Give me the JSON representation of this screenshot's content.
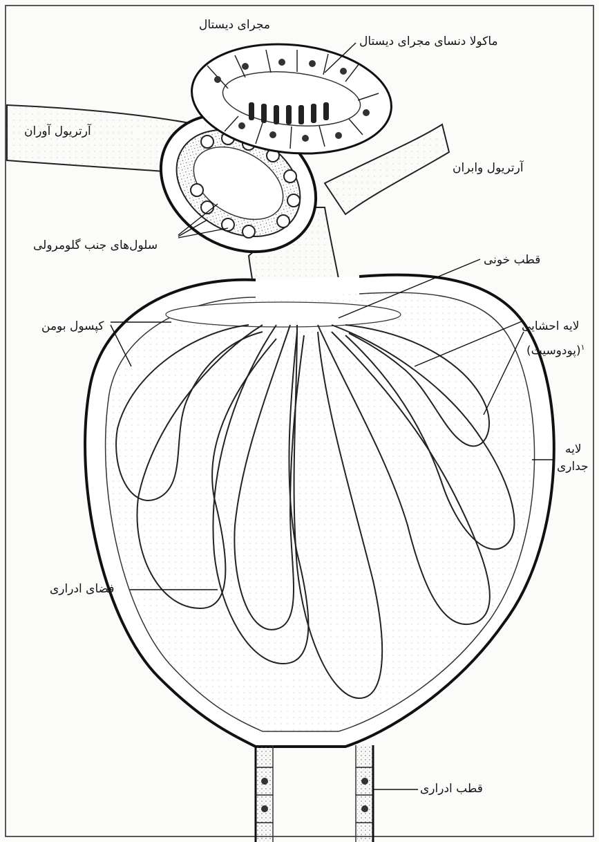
{
  "figure": {
    "colors": {
      "ink": "#1a1a1a",
      "paper": "#fbfbfa",
      "shade": "#6a6a6a"
    }
  },
  "labels": {
    "distal_tubule": "مجرای دیستال",
    "macula_densa": "ماکولا دنسای مجرای دیستال",
    "afferent_arteriole": "آرتریول آوران",
    "efferent_arteriole": "آرتریول وابران",
    "juxtaglomerular_cells": "سلول‌های جنب گلومرولی",
    "vascular_pole": "قطب خونی",
    "bowman_capsule": "کپسول بومن",
    "visceral_layer": "لایه احشایی",
    "visceral_layer_podocyte": "(پودوسیت)",
    "visceral_layer_superscript": "۱",
    "parietal_layer_line1": "لایه",
    "parietal_layer_line2": "جداری",
    "urinary_space": "فضای ادراری",
    "urinary_pole": "قطب ادراری"
  }
}
